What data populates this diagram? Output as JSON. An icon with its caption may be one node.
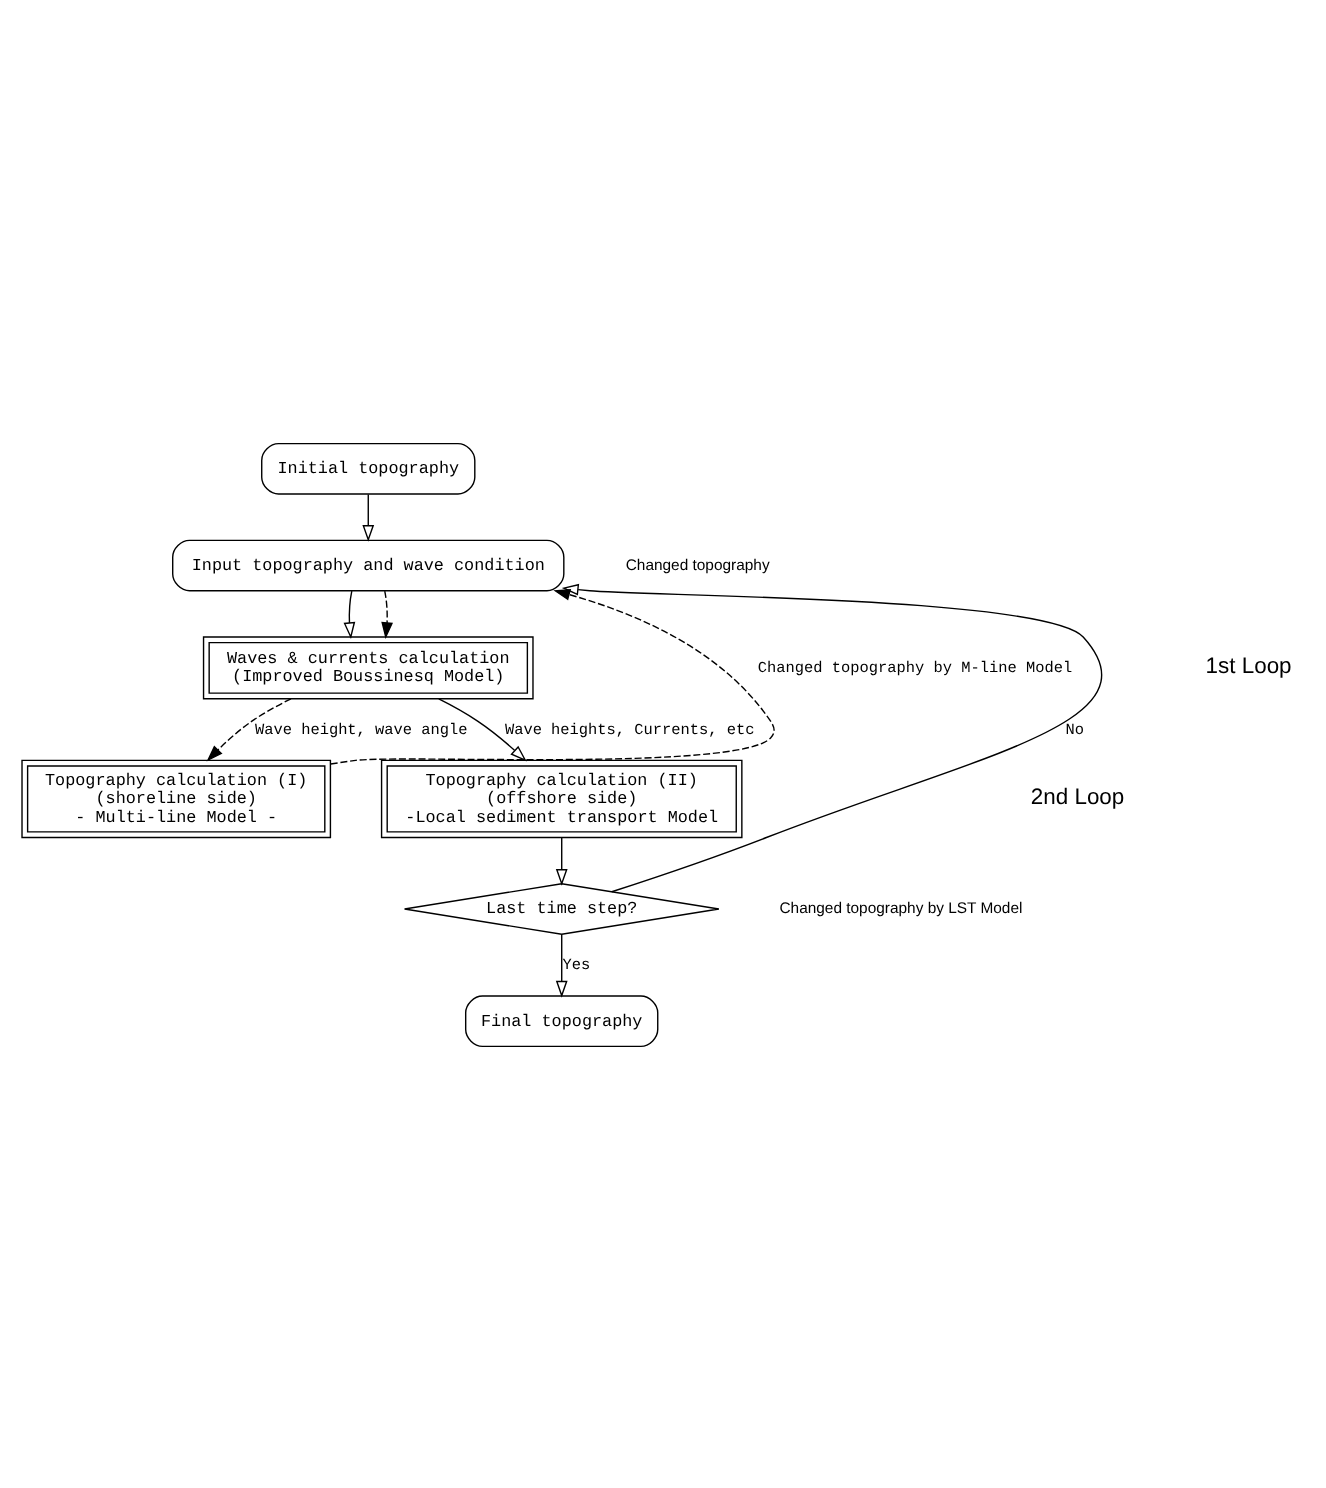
{
  "diagram": {
    "nodes": [
      {
        "text": [
          "Initial topography"
        ]
      },
      {
        "text": [
          "Input topography and wave condition"
        ]
      },
      {
        "text": [
          "Waves & currents calculation",
          "(Improved Boussinesq Model)"
        ]
      },
      {
        "text": [
          "Topography calculation (I)",
          "(shoreline side)",
          "- Multi-line Model -"
        ]
      },
      {
        "text": [
          "Topography calculation (II)",
          "(offshore side)",
          "-Local sediment transport Model"
        ]
      },
      {
        "text": [
          "Last time step?"
        ]
      },
      {
        "text": [
          "Final topography"
        ]
      }
    ],
    "edges": [
      {
        "from": 0,
        "to": 1,
        "arrow": "to"
      },
      {
        "from": 1,
        "to": 2,
        "arrow": "to"
      },
      {
        "from": 1,
        "to": 2,
        "arrow": "to",
        "style": "dashed"
      },
      {
        "from": 2,
        "to": 3,
        "arrow": "to",
        "style": "dashed",
        "label": "Wave height, wave angle"
      },
      {
        "from": 3,
        "to": 1,
        "arrow": "to",
        "style": "dashed",
        "label": "Changed topography by M-line Model"
      },
      {
        "from": 2,
        "to": 4,
        "arrow": "to",
        "label": "Wave heights, Currents, etc"
      },
      {
        "from": 4,
        "to": 5,
        "arrow": "to"
      },
      {
        "from": 5,
        "to": 1,
        "arrow": "to",
        "label": "No"
      },
      {
        "from": 5,
        "to": 6,
        "arrow": "to",
        "label": "Yes"
      }
    ],
    "labels": [
      "Changed topography",
      "1st Loop",
      "2nd Loop",
      "Changed topography by LST Model"
    ]
  }
}
